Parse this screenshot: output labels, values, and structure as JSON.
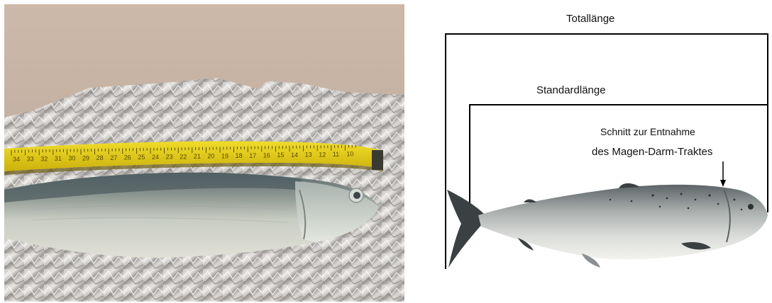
{
  "photo": {
    "tape_numbers": [
      "34",
      "33",
      "32",
      "31",
      "30",
      "29",
      "28",
      "27",
      "26",
      "25",
      "24",
      "23",
      "22",
      "21",
      "20",
      "19",
      "18",
      "17",
      "16",
      "15",
      "14",
      "13",
      "12",
      "11",
      "10"
    ]
  },
  "diagram": {
    "total_length_label": "Totallänge",
    "standard_length_label": "Standardlänge",
    "cut_label_line1": "Schnitt zur Entnahme",
    "cut_label_line2": "des Magen-Darm-Traktes"
  },
  "colors": {
    "tape": "#e7cf14",
    "fish_silver": "#b9bdb8",
    "bracket": "#000000"
  }
}
